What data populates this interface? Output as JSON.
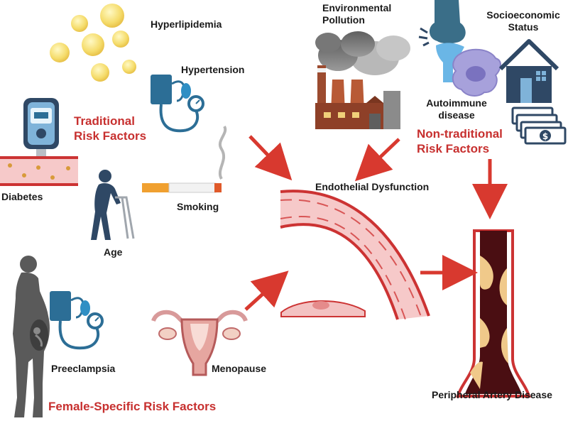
{
  "labels": {
    "hyperlipidemia": "Hyperlipidemia",
    "hypertension": "Hypertension",
    "diabetes": "Diabetes",
    "smoking": "Smoking",
    "age": "Age",
    "environmental_pollution_1": "Environmental",
    "environmental_pollution_2": "Pollution",
    "autoimmune_1": "Autoimmune",
    "autoimmune_2": "disease",
    "socioeconomic_1": "Socioeconomic",
    "socioeconomic_2": "Status",
    "endothelial_dysfunction": "Endothelial Dysfunction",
    "preeclampsia": "Preeclampsia",
    "menopause": "Menopause",
    "pad": "Peripheral Artery Disease"
  },
  "groups": {
    "traditional_1": "Traditional",
    "traditional_2": "Risk Factors",
    "nontraditional_1": "Non-traditional",
    "nontraditional_2": "Risk Factors",
    "female_specific": "Female-Specific Risk Factors"
  },
  "colors": {
    "group_text": "#c7302f",
    "arrow": "#d8392f",
    "vessel_wall": "#cc3333",
    "vessel_fill": "#f6c9c9",
    "icon_blue": "#2c6e96",
    "dark_navy": "#2f4865",
    "plaque": "#f0c98a"
  },
  "icons": [
    "lipid-droplets-icon",
    "blood-pressure-monitor-icon",
    "glucometer-icon",
    "blood-vessel-icon",
    "cigarette-icon",
    "elderly-walker-icon",
    "factory-pollution-icon",
    "autoimmune-joint-icon",
    "house-icon",
    "money-stack-icon",
    "pregnant-woman-icon",
    "uterus-icon",
    "artery-wall-icon",
    "endothelial-cell-icon",
    "stenotic-artery-icon"
  ]
}
